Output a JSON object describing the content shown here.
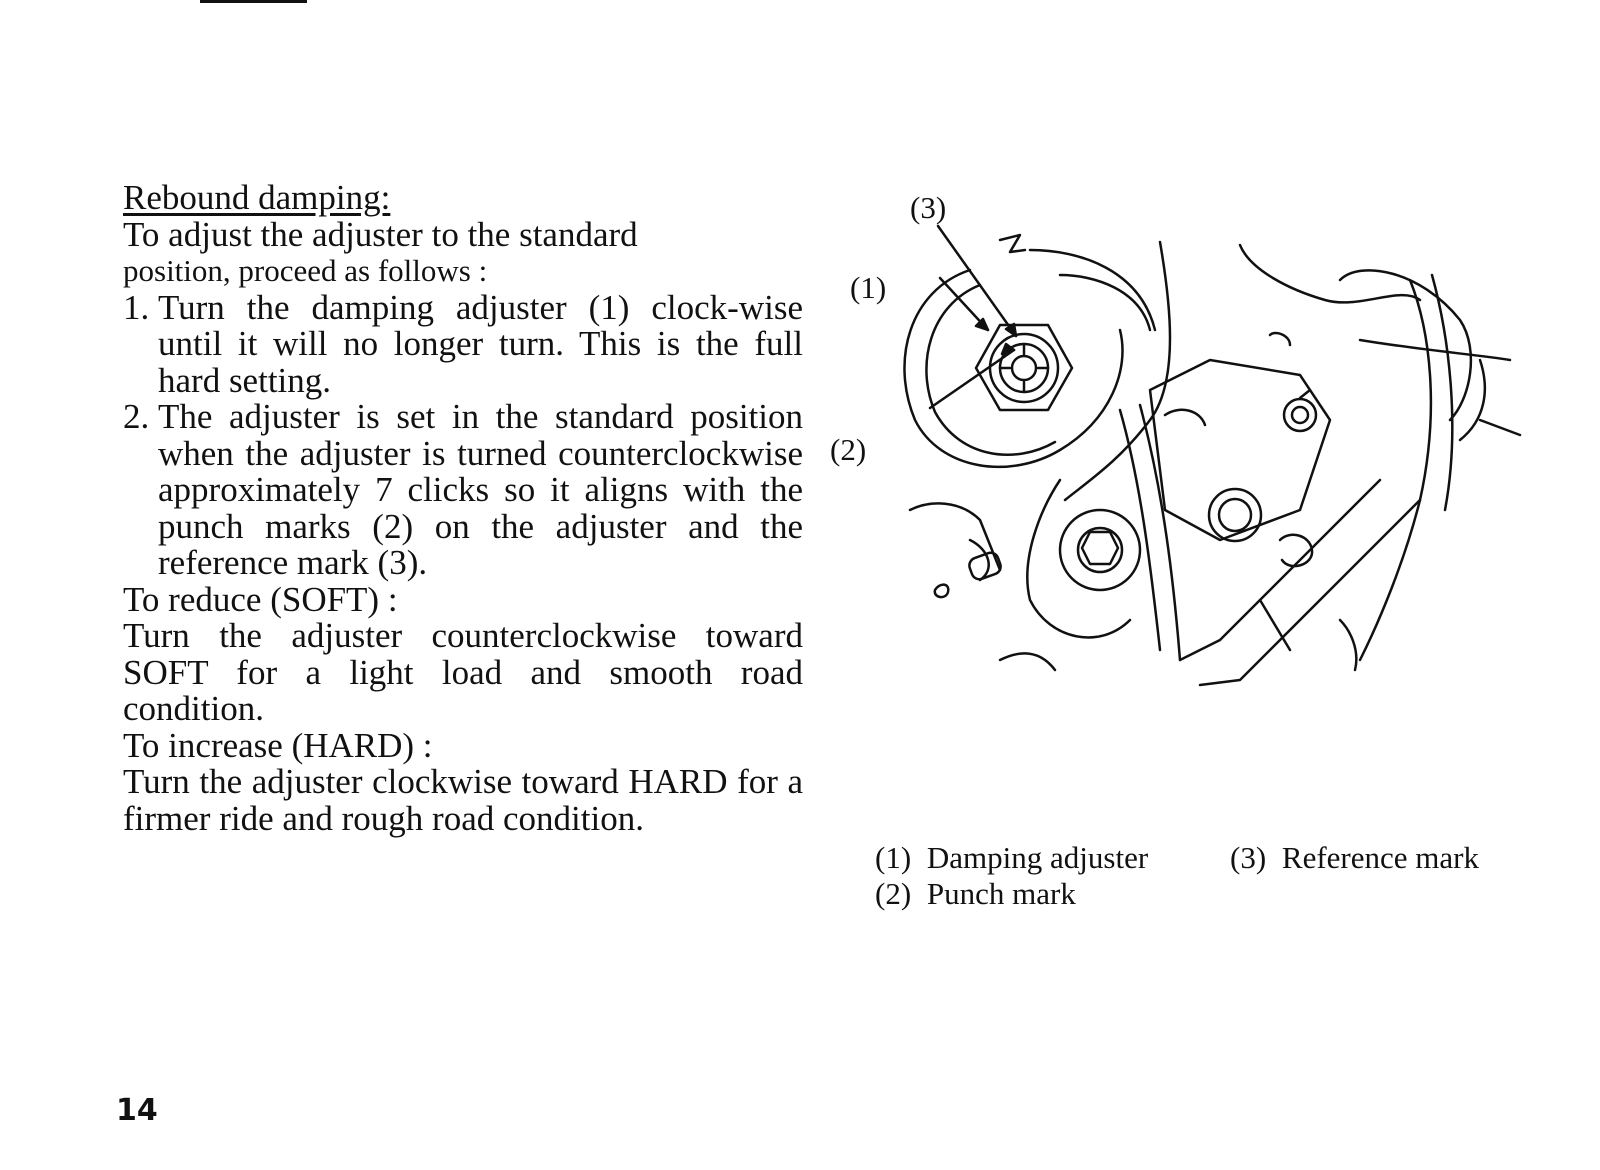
{
  "section": {
    "heading": "Rebound damping:",
    "intro_line_1": "To adjust the adjuster to the standard",
    "intro_line_2": "position, proceed as follows :",
    "steps": [
      {
        "number": "1.",
        "text": "Turn the damping adjuster (1) clock-wise until it will no longer turn. This is the full hard setting."
      },
      {
        "number": "2.",
        "text": "The adjuster is set in the standard position when the adjuster is turned counterclockwise approximately 7 clicks so it aligns with the punch marks (2) on the adjuster and the reference mark (3)."
      }
    ],
    "soft_heading": "To reduce (SOFT) :",
    "soft_text": "Turn the adjuster counterclockwise toward SOFT for a light load and smooth road condition.",
    "hard_heading": "To increase (HARD) :",
    "hard_text": "Turn the adjuster clockwise toward HARD for a firmer ride and rough road condition."
  },
  "figure": {
    "callouts": [
      "(1)",
      "(2)",
      "(3)"
    ],
    "legend": [
      {
        "number": "(1)",
        "label": "Damping adjuster"
      },
      {
        "number": "(2)",
        "label": "Punch mark"
      },
      {
        "number": "(3)",
        "label": "Reference mark"
      }
    ]
  },
  "page_number": "14"
}
